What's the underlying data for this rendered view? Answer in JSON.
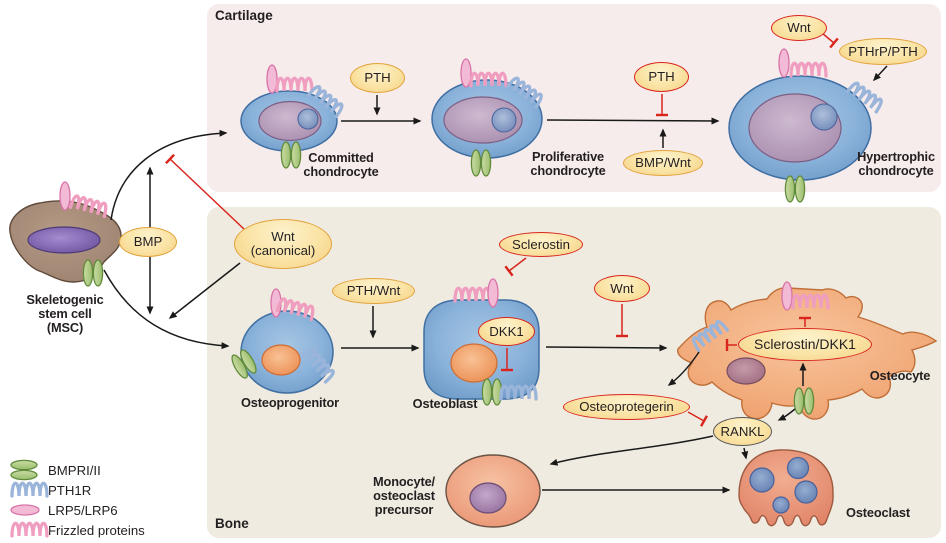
{
  "panels": {
    "cartilage": "Cartilage",
    "bone": "Bone"
  },
  "cells": {
    "msc": "Skeletogenic\nstem cell\n(MSC)",
    "committed": "Committed\nchondrocyte",
    "proliferative": "Proliferative\nchondrocyte",
    "hypertrophic": "Hypertrophic\nchondrocyte",
    "osteoprogenitor": "Osteoprogenitor",
    "osteoblast": "Osteoblast",
    "osteocyte": "Osteocyte",
    "monocyte": "Monocyte/\nosteoclast\nprecursor",
    "osteoclast": "Osteoclast"
  },
  "signals": {
    "bmp": "BMP",
    "pth_cartilage": "PTH",
    "pth_inhibit": "PTH",
    "bmp_wnt": "BMP/Wnt",
    "wnt_hypertrophic": "Wnt",
    "pthrp_pth": "PTHrP/PTH",
    "wnt_canonical": "Wnt\n(canonical)",
    "pth_wnt": "PTH/Wnt",
    "sclerostin": "Sclerostin",
    "dkk1": "DKK1",
    "wnt_bone": "Wnt",
    "sclerostin_dkk1": "Sclerostin/DKK1",
    "osteoprotegerin": "Osteoprotegerin",
    "rankl": "RANKL"
  },
  "legend": {
    "items": [
      {
        "icon": "bmpr-receptor-icon",
        "label": "BMPRI/II"
      },
      {
        "icon": "pth1r-receptor-icon",
        "label": "PTH1R"
      },
      {
        "icon": "lrp-receptor-icon",
        "label": "LRP5/LRP6"
      },
      {
        "icon": "frizzled-receptor-icon",
        "label": "Frizzled proteins"
      }
    ]
  },
  "colors": {
    "cartilage_bg": "#F7ECEC",
    "bone_bg": "#EFEBE0",
    "signal_fill": "#FAE3A4",
    "signal_border_orange": "#E2A33C",
    "signal_border_red": "#D9251D",
    "signal_border_dark": "#57585A",
    "arrow_black": "#1A1A1A",
    "inhibit_red": "#D9251D",
    "chondrocyte_blue": "#7FACD4",
    "msc_brown": "#A58A77",
    "osteocyte_orange": "#F2A97B",
    "osteoclast_salmon": "#E8937A",
    "bmpr_green": "#AECB85",
    "pth1r_blue": "#9AB4DA",
    "lrp_frizzled_pink": "#F09EC0"
  }
}
